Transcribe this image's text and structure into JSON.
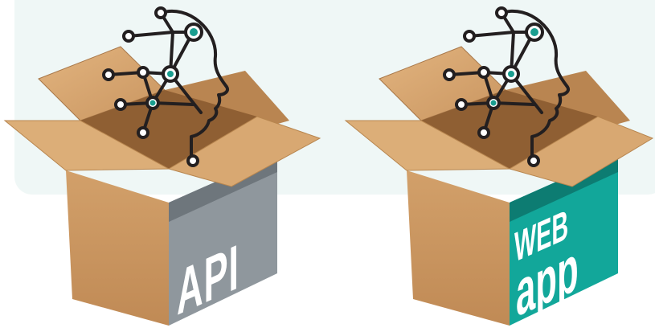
{
  "boxes": [
    {
      "id": "api",
      "label": "API",
      "panel_color": "#8f979d",
      "panel_shade": "#6e767c"
    },
    {
      "id": "webapp",
      "label_top": "WEB",
      "label_bottom": "app",
      "panel_color": "#12a79a",
      "panel_shade": "#0d7c72"
    }
  ],
  "colors": {
    "cardboard": "#c9965f",
    "cardboard_dark": "#a8784a",
    "cardboard_light": "#dcae78",
    "wire": "#231f20",
    "node_accent": "#1a9e90",
    "background_panel": "#eff7f6"
  },
  "icons": [
    "ai-head-network-icon"
  ]
}
